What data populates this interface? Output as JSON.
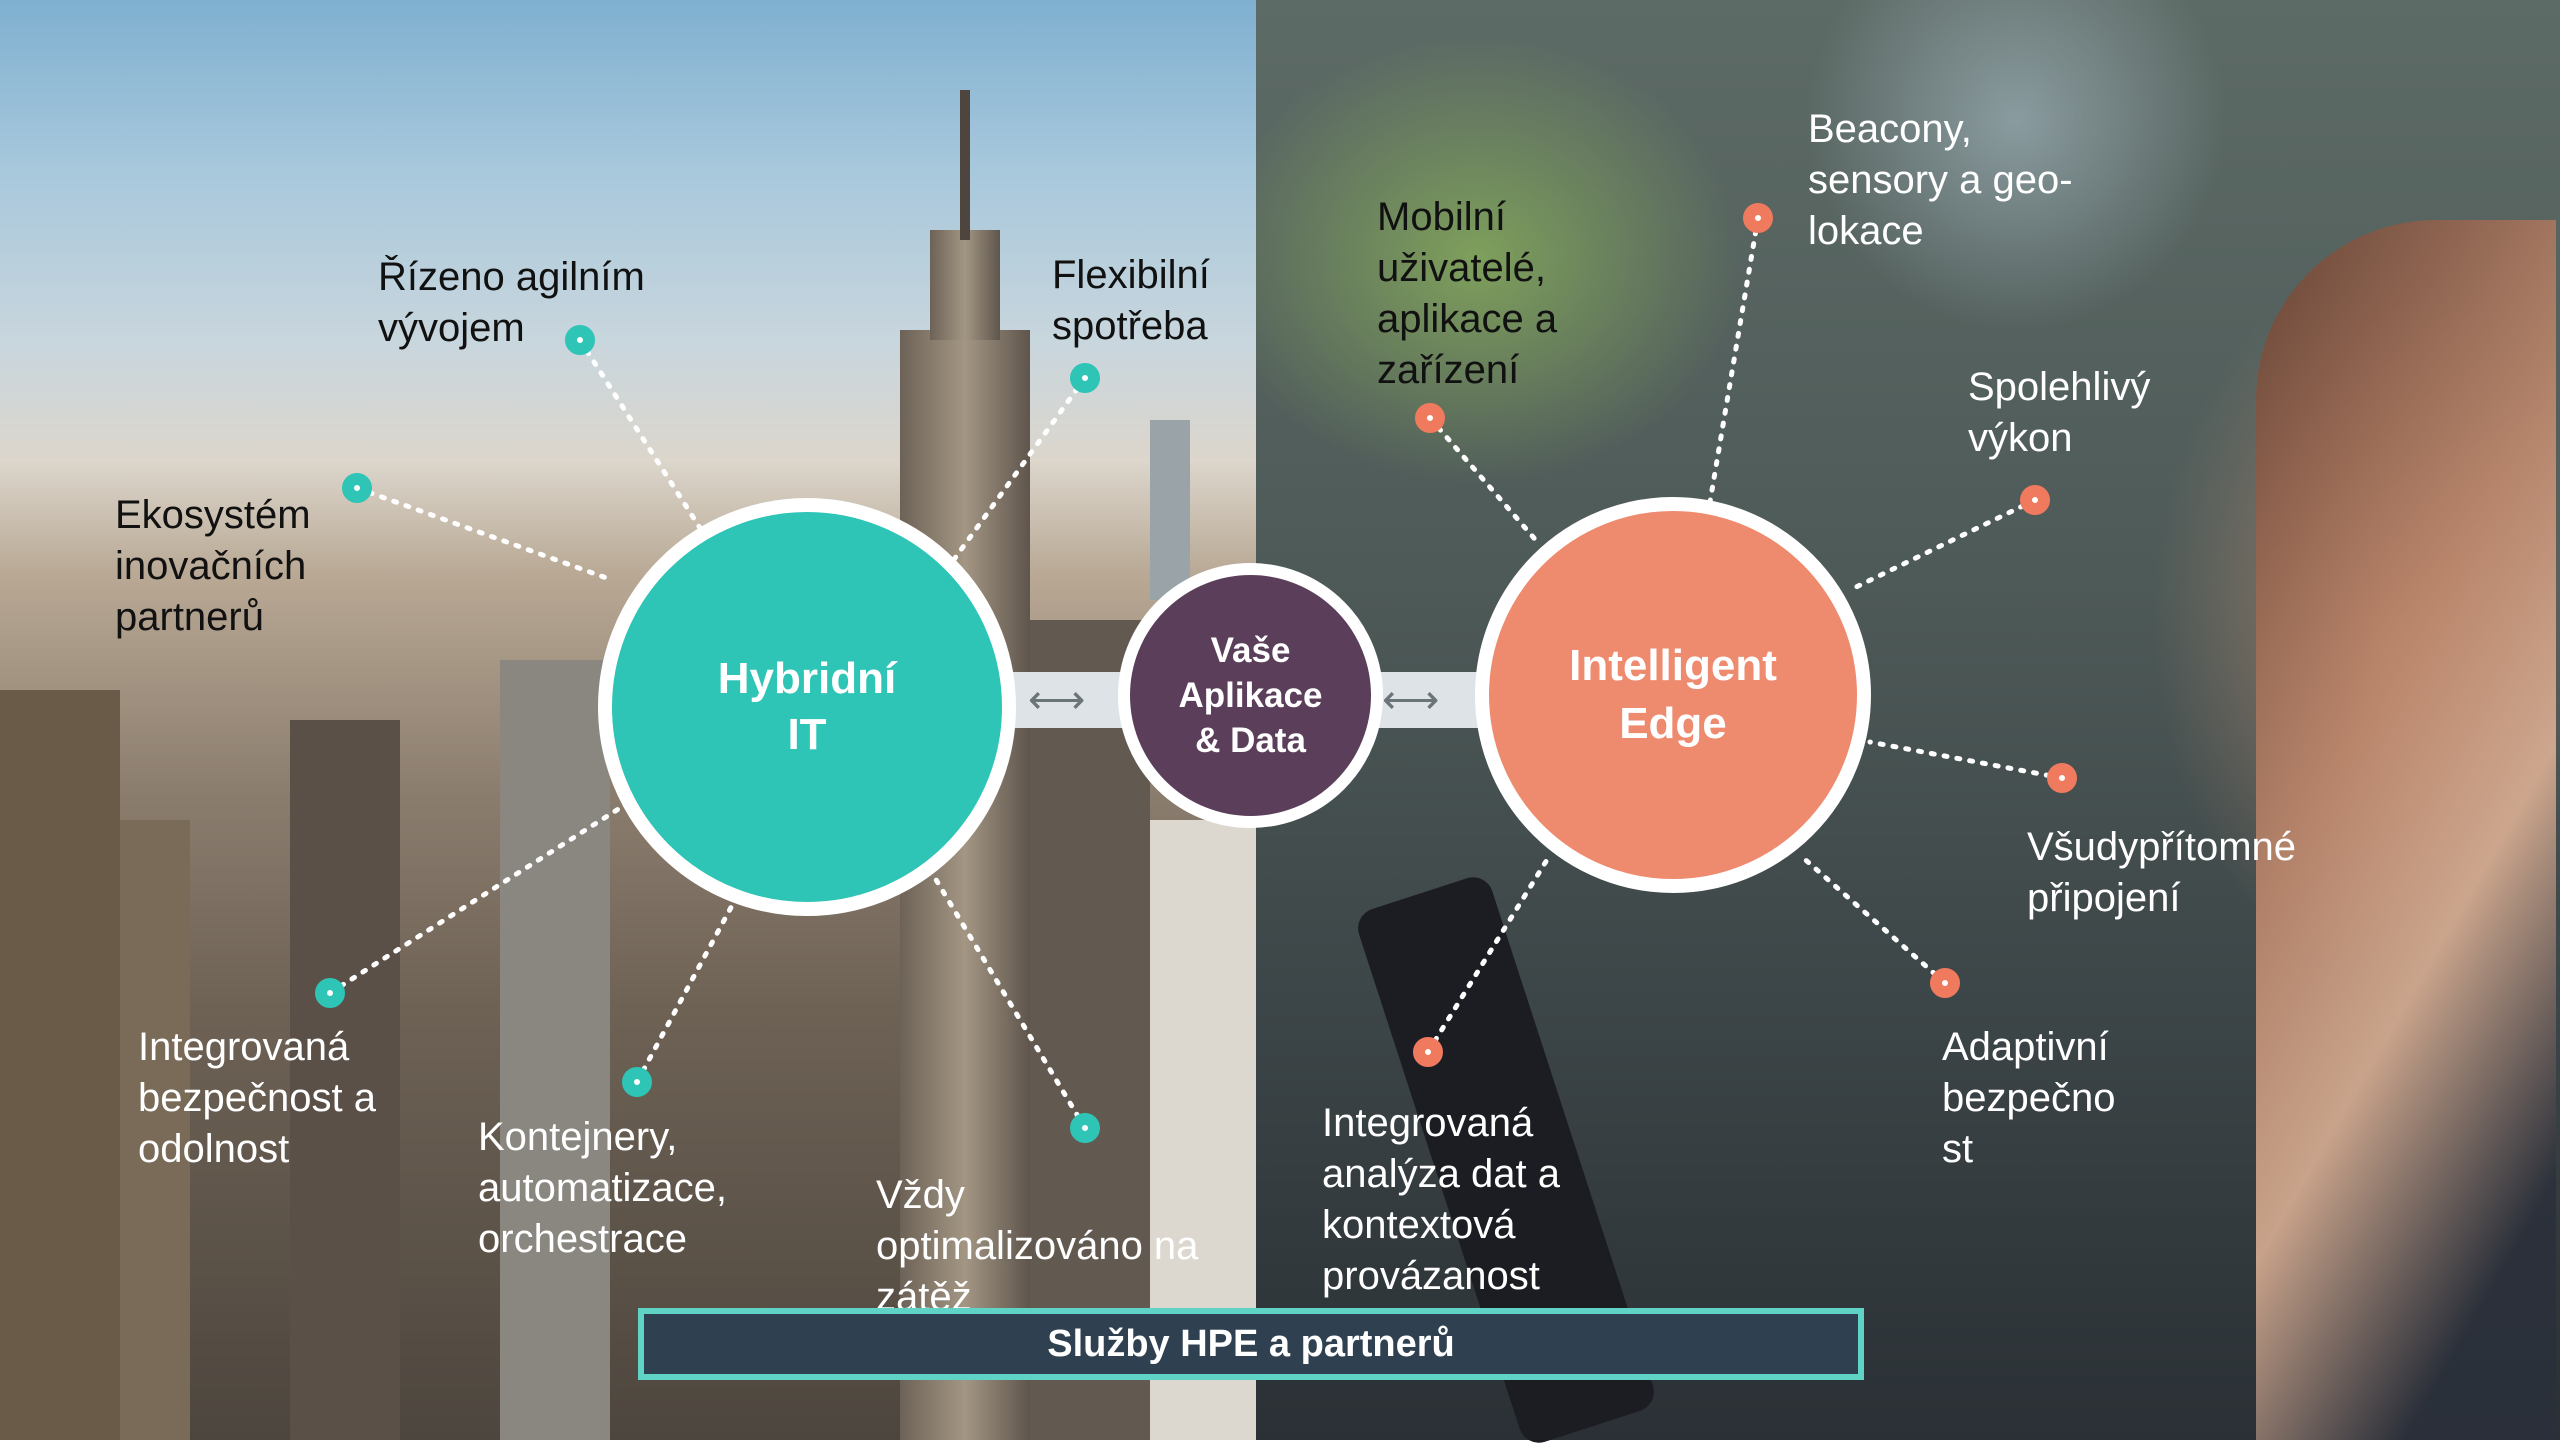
{
  "colors": {
    "hybrid": "#2ec4b6",
    "apps": "#5b3f5a",
    "edge": "#ee8a6e",
    "teal_node": "#2ec4b6",
    "orange_node": "#f07a5e",
    "banner_bg": "#2f4150",
    "banner_border": "#5fd3c6"
  },
  "hubs": {
    "hybrid": {
      "line1": "Hybridní",
      "line2": "IT"
    },
    "apps": {
      "line1": "Vaše",
      "line2": "Aplikace",
      "line3": "& Data"
    },
    "edge": {
      "line1": "Intelligent",
      "line2": "Edge"
    }
  },
  "left_labels": {
    "agile": {
      "l1": "Řízeno agilním",
      "l2": "vývojem"
    },
    "flex": {
      "l1": "Flexibilní",
      "l2": "spotřeba"
    },
    "eco": {
      "l1": "Ekosystém",
      "l2": "inovačních",
      "l3": "partnerů"
    },
    "security": {
      "l1": "Integrovaná",
      "l2": "bezpečnost a",
      "l3": "odolnost"
    },
    "containers": {
      "l1": "Kontejnery,",
      "l2": "automatizace,",
      "l3": "orchestrace"
    },
    "optimized": {
      "l1": "Vždy",
      "l2": "optimalizováno na",
      "l3": "zátěž"
    }
  },
  "right_labels": {
    "mobile": {
      "l1": "Mobilní",
      "l2": "uživatelé,",
      "l3": "aplikace a",
      "l4": "zařízení"
    },
    "beacons": {
      "l1": "Beacony,",
      "l2": "sensory a geo-",
      "l3": "lokace"
    },
    "perf": {
      "l1": "Spolehlivý",
      "l2": "výkon"
    },
    "connect": {
      "l1": "Všudypřítomné",
      "l2": "připojení"
    },
    "adaptive": {
      "l1": "Adaptivní",
      "l2": "bezpečno",
      "l3": "st"
    },
    "analytics": {
      "l1": "Integrovaná",
      "l2": "analýza dat a",
      "l3": "kontextová",
      "l4": "provázanost"
    }
  },
  "banner": {
    "text": "Služby HPE a partnerů"
  },
  "arrow_glyph": "⟷"
}
